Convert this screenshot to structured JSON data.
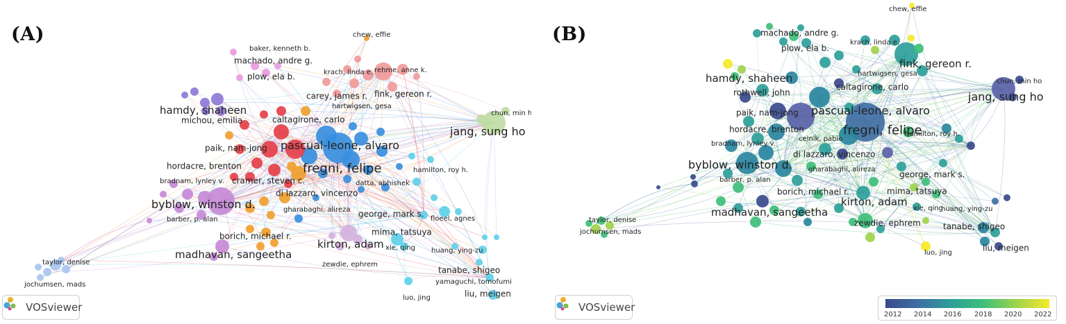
{
  "panel_a": {
    "label": "(A)",
    "brand": "VOSviewer",
    "labels": [
      {
        "text": "chew, effie",
        "size": "s"
      },
      {
        "text": "baker, kenneth b.",
        "size": "s"
      },
      {
        "text": "machado, andre g.",
        "size": "m"
      },
      {
        "text": "rehme, anne k.",
        "size": "s"
      },
      {
        "text": "plow, ela b.",
        "size": "m"
      },
      {
        "text": "krach, linda e.",
        "size": "s"
      },
      {
        "text": "carey, james r.",
        "size": "m"
      },
      {
        "text": "fink, gereon r.",
        "size": "m"
      },
      {
        "text": "hartwigsen, gesa",
        "size": "s"
      },
      {
        "text": "hamdy, shaheen",
        "size": "l"
      },
      {
        "text": "chun, min ho",
        "size": "s"
      },
      {
        "text": "michou, emilia",
        "size": "m"
      },
      {
        "text": "caltagirone, carlo",
        "size": "m"
      },
      {
        "text": "jang, sung ho",
        "size": "xl"
      },
      {
        "text": "pascual-leone, alvaro",
        "size": "xl"
      },
      {
        "text": "paik, nam-jong",
        "size": "m"
      },
      {
        "text": "fregni, felipe",
        "size": "xxl"
      },
      {
        "text": "hordacre, brenton",
        "size": "m"
      },
      {
        "text": "hamilton, roy h.",
        "size": "s"
      },
      {
        "text": "cramer, steven c.",
        "size": "m"
      },
      {
        "text": "bradnam, lynley v.",
        "size": "s"
      },
      {
        "text": "datta, abhishek",
        "size": "s"
      },
      {
        "text": "di lazzaro, vincenzo",
        "size": "m"
      },
      {
        "text": "byblow, winston d.",
        "size": "xl"
      },
      {
        "text": "gharabaghi, alireza",
        "size": "s"
      },
      {
        "text": "george, mark s.",
        "size": "m"
      },
      {
        "text": "barber, p. alan",
        "size": "s"
      },
      {
        "text": "floeel, agnes",
        "size": "s"
      },
      {
        "text": "borich, michael r.",
        "size": "m"
      },
      {
        "text": "mima, tatsuya",
        "size": "m"
      },
      {
        "text": "kirton, adam",
        "size": "l"
      },
      {
        "text": "madhavan, sangeetha",
        "size": "l"
      },
      {
        "text": "xie, qing",
        "size": "s"
      },
      {
        "text": "huang, ying-zu",
        "size": "s"
      },
      {
        "text": "zewdie, ephrem",
        "size": "s"
      },
      {
        "text": "taylor, denise",
        "size": "s"
      },
      {
        "text": "tanabe, shigeo",
        "size": "m"
      },
      {
        "text": "yamaguchi, tomofumi",
        "size": "s"
      },
      {
        "text": "jochumsen, mads",
        "size": "s"
      },
      {
        "text": "liu, meigen",
        "size": "m"
      },
      {
        "text": "luo, jing",
        "size": "s"
      }
    ]
  },
  "panel_b": {
    "label": "(B)",
    "brand": "VOSviewer",
    "labels": [
      {
        "text": "chew, effie",
        "size": "s"
      },
      {
        "text": "machado, andre g.",
        "size": "m"
      },
      {
        "text": "krach, linda e.",
        "size": "s"
      },
      {
        "text": "plow, ela b.",
        "size": "m"
      },
      {
        "text": "fink, gereon r.",
        "size": "l"
      },
      {
        "text": "hamdy, shaheen",
        "size": "l"
      },
      {
        "text": "hartwigsen, gesa",
        "size": "s"
      },
      {
        "text": "chun, min ho",
        "size": "s"
      },
      {
        "text": "caltagirone, carlo",
        "size": "m"
      },
      {
        "text": "jang, sung ho",
        "size": "xl"
      },
      {
        "text": "rothwell, john",
        "size": "m"
      },
      {
        "text": "pascual-leone, alvaro",
        "size": "xl"
      },
      {
        "text": "paik, nam-jong",
        "size": "m"
      },
      {
        "text": "fregni, felipe",
        "size": "xxl"
      },
      {
        "text": "hordacre, brenton",
        "size": "m"
      },
      {
        "text": "hamilton, roy h.",
        "size": "s"
      },
      {
        "text": "celnik, pablo",
        "size": "s"
      },
      {
        "text": "bradnam, lynley v.",
        "size": "s"
      },
      {
        "text": "di lazzaro, vincenzo",
        "size": "m"
      },
      {
        "text": "byblow, winston d.",
        "size": "xl"
      },
      {
        "text": "gharabaghi, alireza",
        "size": "s"
      },
      {
        "text": "george, mark s.",
        "size": "m"
      },
      {
        "text": "barber, p. alan",
        "size": "s"
      },
      {
        "text": "borich, michael r.",
        "size": "m"
      },
      {
        "text": "mima, tatsuya",
        "size": "m"
      },
      {
        "text": "kirton, adam",
        "size": "l"
      },
      {
        "text": "madhavan, sangeetha",
        "size": "l"
      },
      {
        "text": "xie, qing",
        "size": "s"
      },
      {
        "text": "huang, ying-zu",
        "size": "s"
      },
      {
        "text": "zewdie, ephrem",
        "size": "m"
      },
      {
        "text": "taylor, denise",
        "size": "s"
      },
      {
        "text": "tanabe, shigeo",
        "size": "m"
      },
      {
        "text": "jochumsen, mads",
        "size": "s"
      },
      {
        "text": "liu, meigen",
        "size": "m"
      },
      {
        "text": "luo, jing",
        "size": "s"
      }
    ],
    "colorbar": {
      "ticks": [
        "2012",
        "2014",
        "2016",
        "2018",
        "2020",
        "2022"
      ],
      "colors": [
        "#3b4a8c",
        "#2e9f9a",
        "#3fbf7a",
        "#f5e92a"
      ]
    }
  }
}
